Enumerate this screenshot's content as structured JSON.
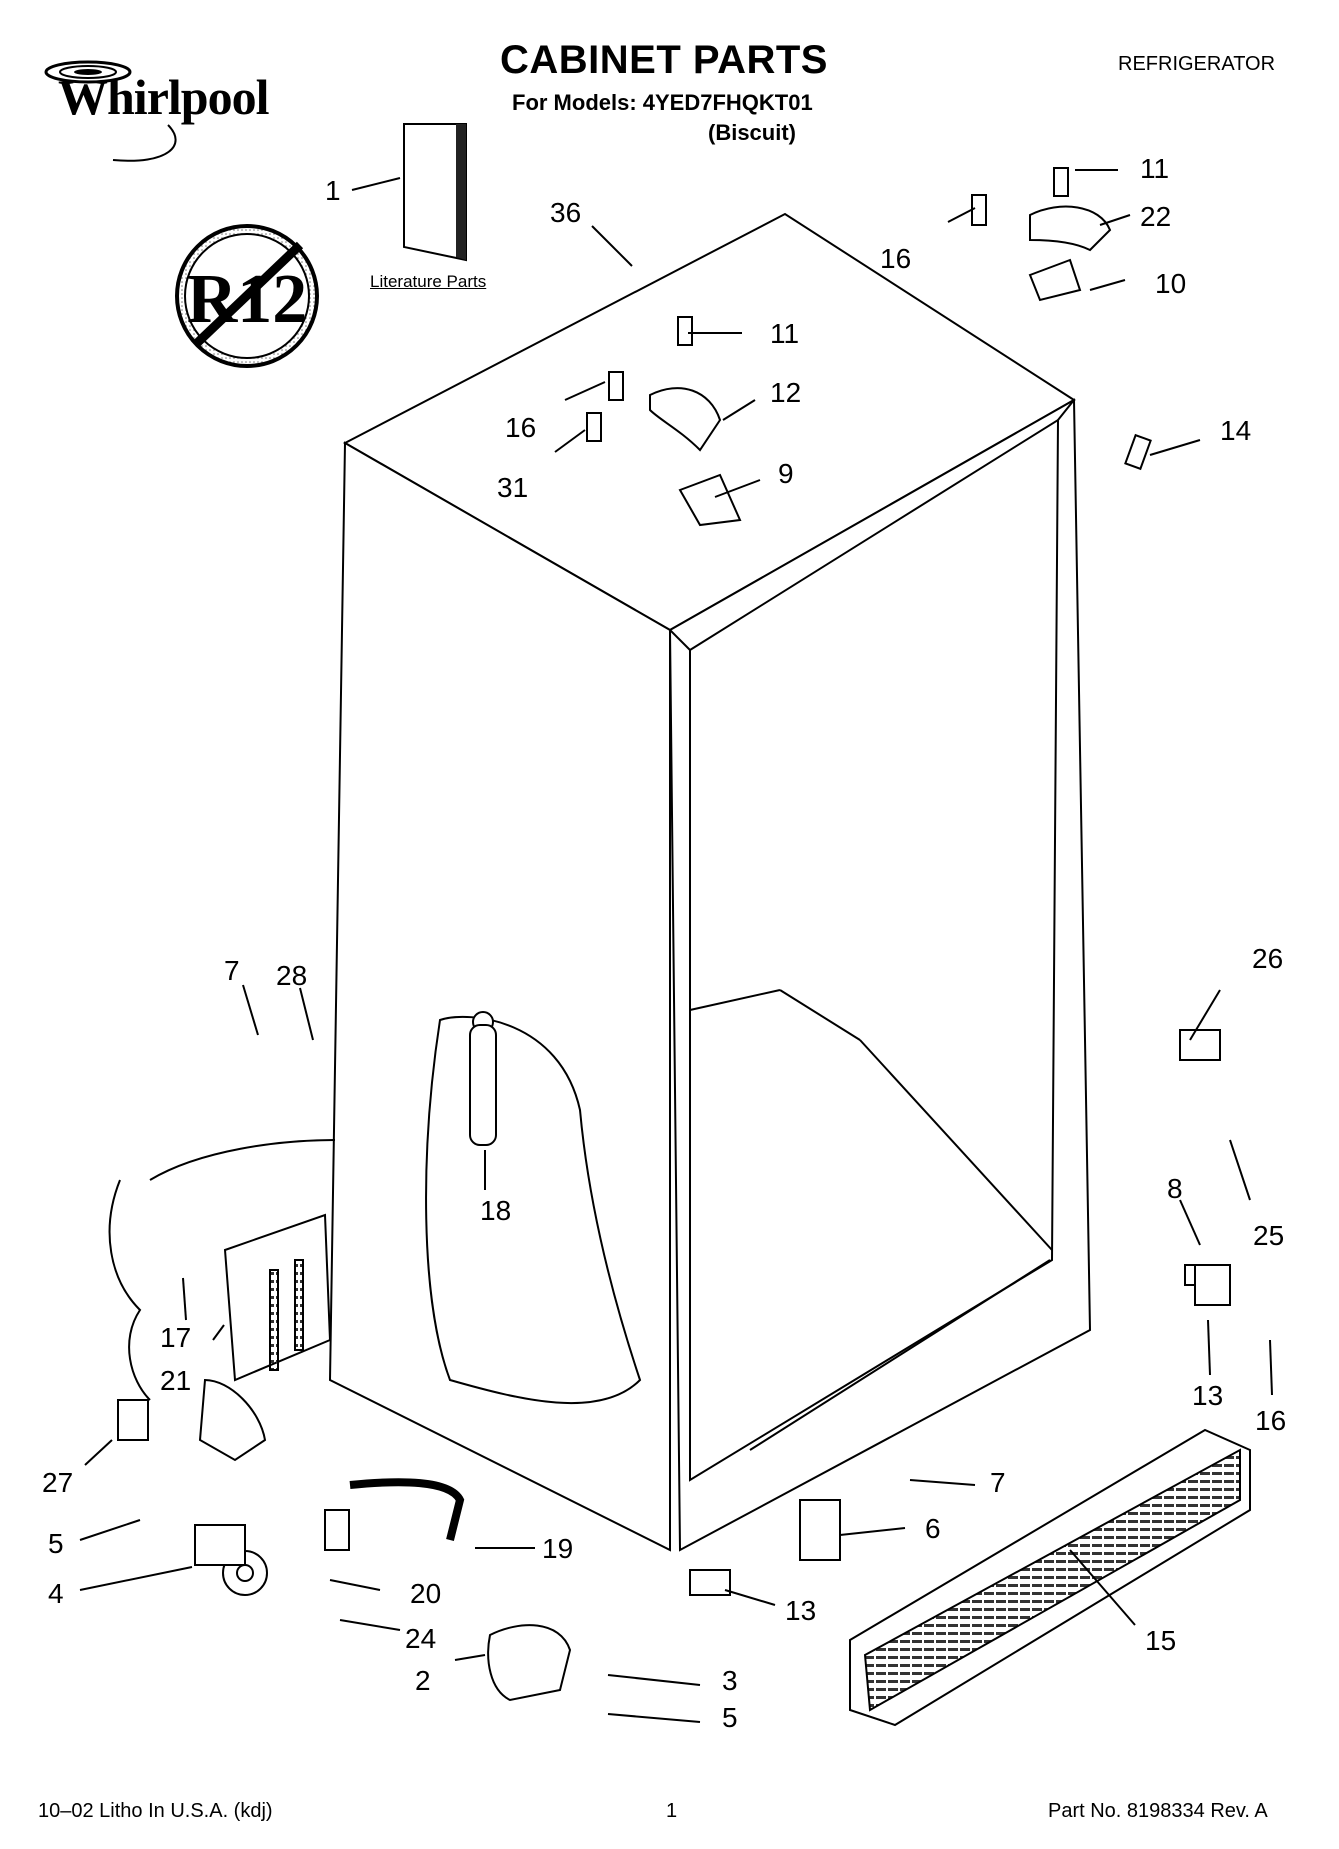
{
  "brand": "Whirlpool",
  "header": {
    "title": "CABINET PARTS",
    "models": "For Models: 4YED7FHQKT01",
    "color": "(Biscuit)",
    "appliance": "REFRIGERATOR"
  },
  "badge": "R12",
  "literature_label": "Literature Parts",
  "callouts": [
    "1",
    "36",
    "11",
    "16",
    "22",
    "10",
    "11",
    "12",
    "16",
    "31",
    "9",
    "14",
    "7",
    "28",
    "26",
    "18",
    "8",
    "25",
    "17",
    "21",
    "13",
    "16",
    "27",
    "7",
    "6",
    "5",
    "19",
    "4",
    "20",
    "13",
    "24",
    "3",
    "15",
    "2",
    "5"
  ],
  "footer": {
    "left": "10–02 Litho In U.S.A. (kdj)",
    "page": "1",
    "part_no": "Part No. 8198334 Rev. A"
  }
}
